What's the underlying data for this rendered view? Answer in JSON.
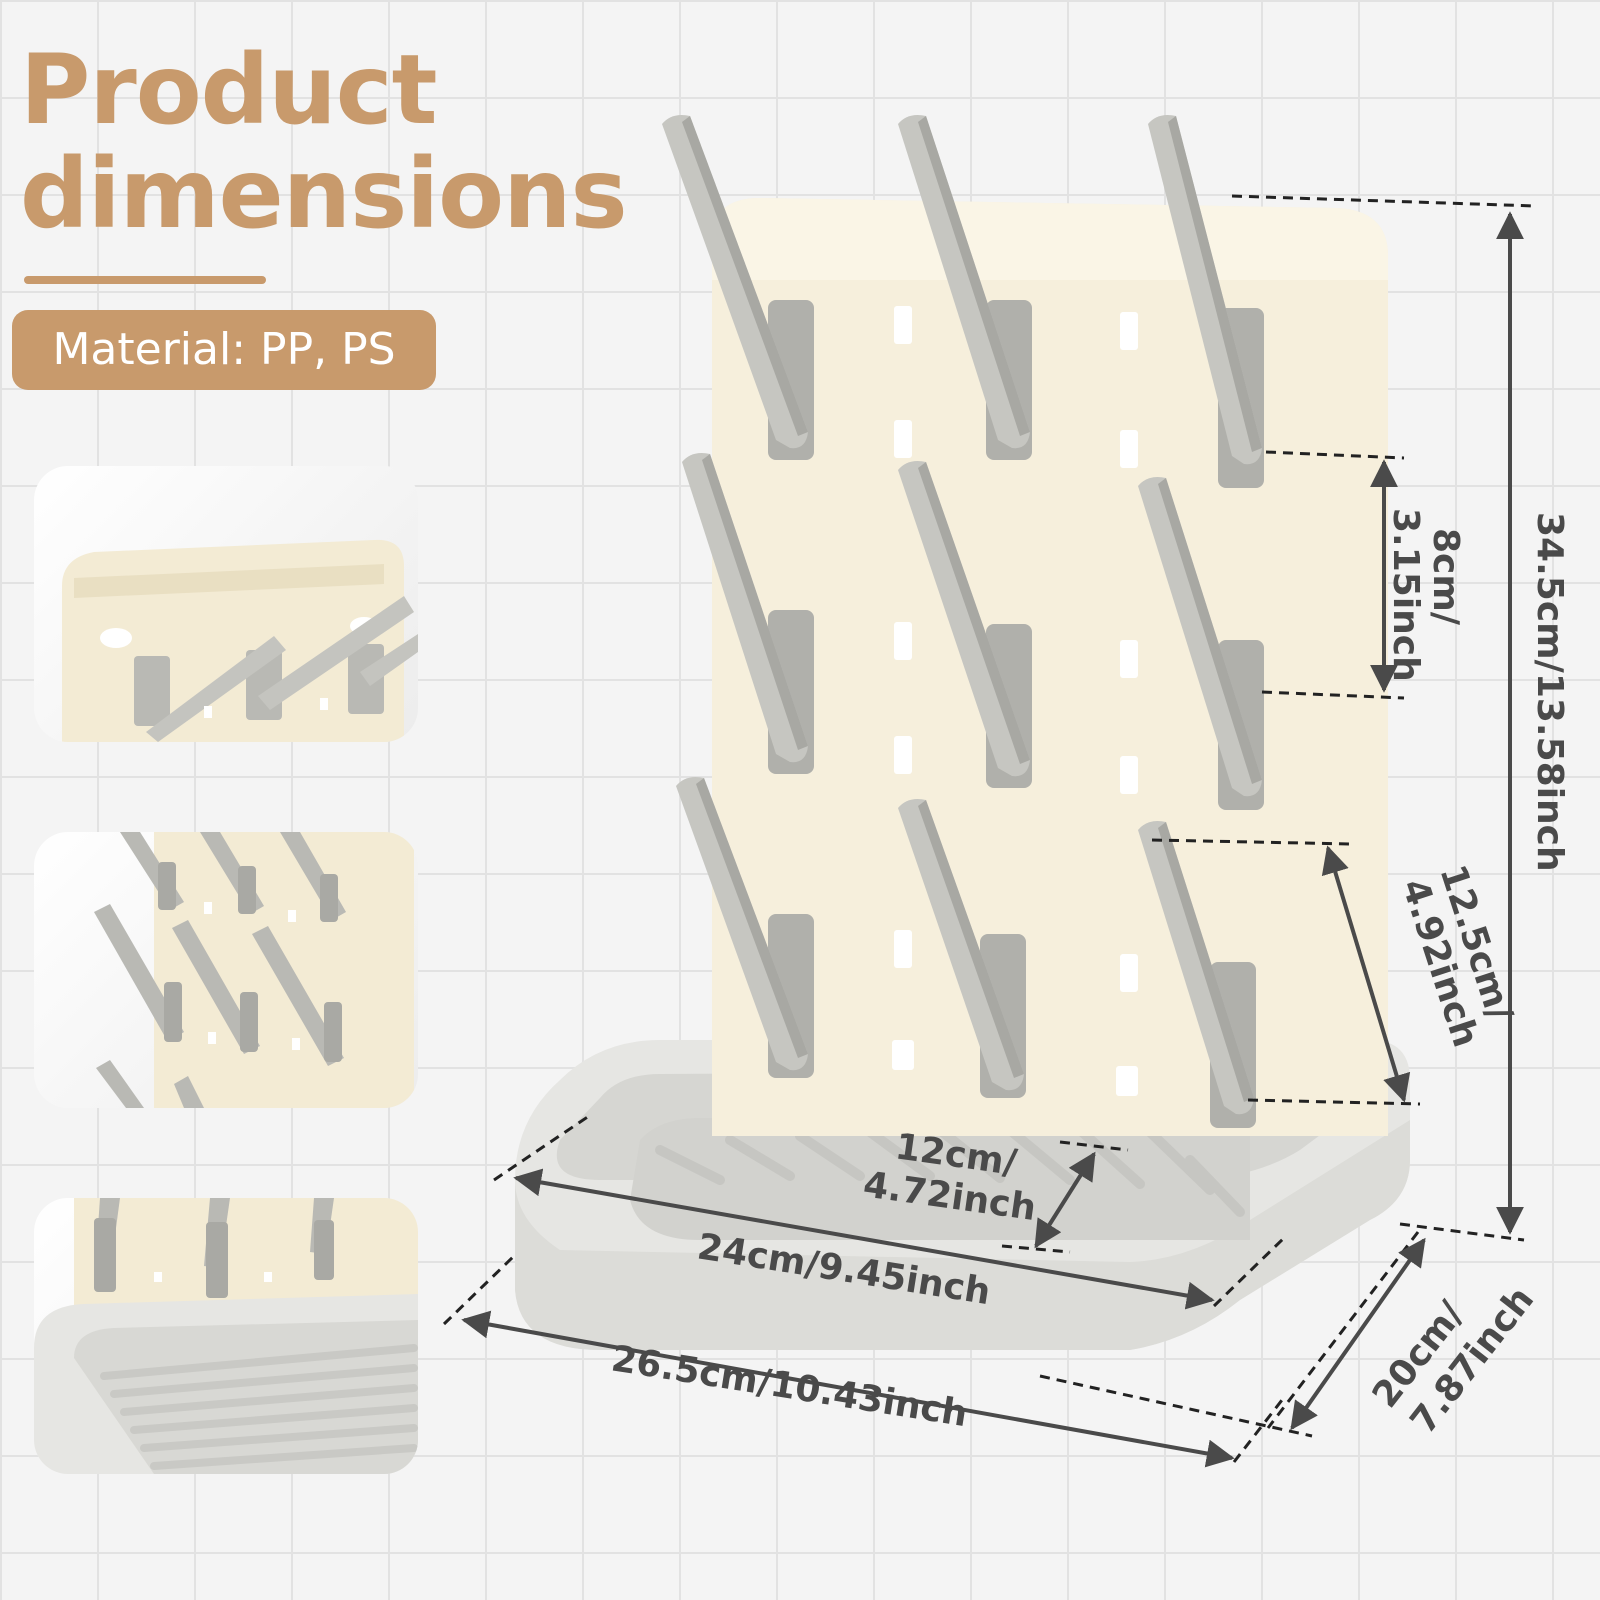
{
  "heading": {
    "line1": "Product",
    "line2": "dimensions"
  },
  "material": "Material: PP, PS",
  "dimensions": {
    "height_total": "34.5cm/13.58inch",
    "peg_spacing_vertical": "8cm/",
    "peg_spacing_vertical_in": "3.15inch",
    "peg_length_cm": "12.5cm/",
    "peg_length_in": "4.92inch",
    "tray_depth_cm": "12cm/",
    "tray_depth_in": "4.72inch",
    "inner_width": "24cm/9.45inch",
    "outer_width": "26.5cm/10.43inch",
    "depth_cm": "20cm/",
    "depth_in": "7.87inch"
  },
  "colors": {
    "accent": "#c89a6c",
    "board": "#f6efdc",
    "peg": "#b9b9b4",
    "tray": "#e4e4e1",
    "dimension_line": "#4a4a4a"
  }
}
